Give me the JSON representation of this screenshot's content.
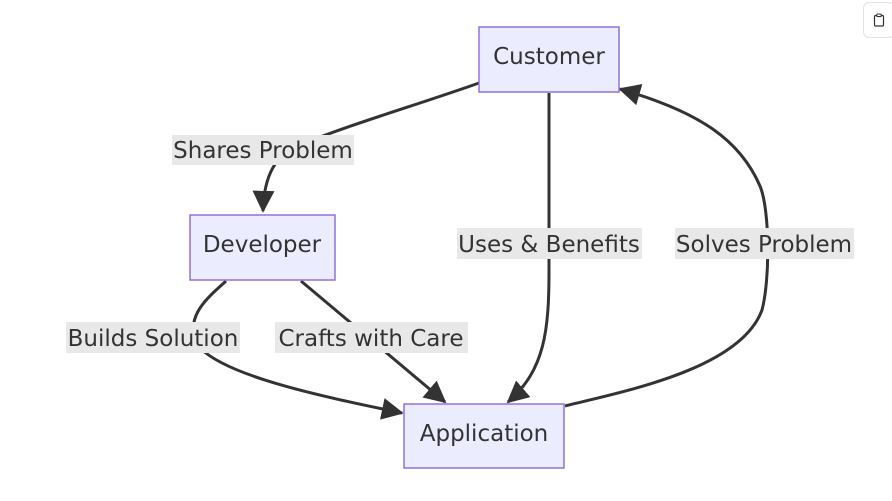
{
  "nodes": {
    "customer": {
      "label": "Customer"
    },
    "developer": {
      "label": "Developer"
    },
    "application": {
      "label": "Application"
    }
  },
  "edges": {
    "shares_problem": {
      "label": "Shares Problem",
      "from": "Customer",
      "to": "Developer"
    },
    "uses_benefits": {
      "label": "Uses & Benefits",
      "from": "Customer",
      "to": "Application"
    },
    "solves_problem": {
      "label": "Solves Problem",
      "from": "Application",
      "to": "Customer"
    },
    "builds_solution": {
      "label": "Builds Solution",
      "from": "Developer",
      "to": "Application"
    },
    "crafts_with_care": {
      "label": "Crafts with Care",
      "from": "Developer",
      "to": "Application"
    }
  },
  "toolbar": {
    "copy_icon": "clipboard-icon"
  },
  "colors": {
    "node_fill": "#ececff",
    "node_stroke": "#9370db",
    "edge": "#333333",
    "label_bg": "#e8e8e8",
    "text": "#333333"
  }
}
